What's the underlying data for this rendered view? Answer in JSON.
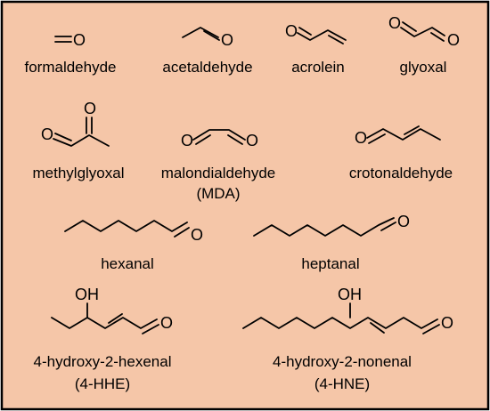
{
  "background_color": "#F5C6A8",
  "border_color": "#000000",
  "atoms": {
    "oxygen": "O",
    "hydroxyl": "OH"
  },
  "compounds": [
    {
      "id": "formaldehyde",
      "name": "formaldehyde"
    },
    {
      "id": "acetaldehyde",
      "name": "acetaldehyde"
    },
    {
      "id": "acrolein",
      "name": "acrolein"
    },
    {
      "id": "glyoxal",
      "name": "glyoxal"
    },
    {
      "id": "methylglyoxal",
      "name": "methylglyoxal"
    },
    {
      "id": "malondialdehyde",
      "name": "malondialdehyde",
      "abbreviation": "(MDA)"
    },
    {
      "id": "crotonaldehyde",
      "name": "crotonaldehyde"
    },
    {
      "id": "hexanal",
      "name": "hexanal"
    },
    {
      "id": "heptanal",
      "name": "heptanal"
    },
    {
      "id": "hhe",
      "name": "4-hydroxy-2-hexenal",
      "abbreviation": "(4-HHE)"
    },
    {
      "id": "hne",
      "name": "4-hydroxy-2-nonenal",
      "abbreviation": "(4-HNE)"
    }
  ]
}
